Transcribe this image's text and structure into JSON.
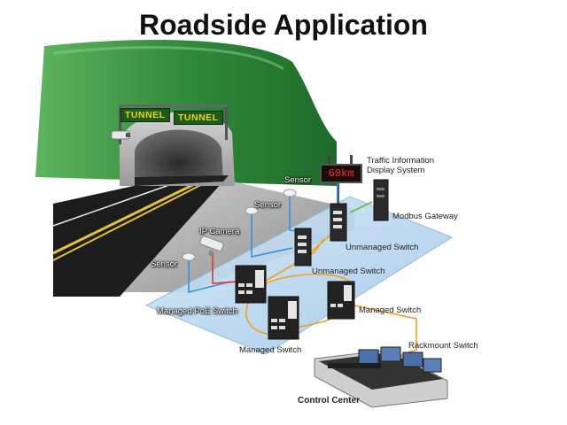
{
  "title": "Roadside Application",
  "tunnel_signs": [
    "TUNNEL",
    "TUNNEL"
  ],
  "speed_display": "60km",
  "labels": {
    "traffic_info_line1": "Traffic Information",
    "traffic_info_line2": "Display System",
    "sensor_top": "Sensor",
    "sensor_mid": "Sensor",
    "sensor_left": "Sensor",
    "ip_camera": "IP Camera",
    "modbus_gateway": "Modbus Gateway",
    "unmanaged_switch_1": "Unmanaged Switch",
    "unmanaged_switch_2": "Unmanaged Switch",
    "managed_poe_switch": "Managed PoE Switch",
    "managed_switch_right": "Managed Switch",
    "managed_switch_bottom": "Managed Switch",
    "rackmount_switch": "Rackmount Switch",
    "control_center": "Control Center"
  },
  "colors": {
    "tunnel_green": "#2f8a3a",
    "road": "#1c1c1c",
    "lane_line": "#e0c23a",
    "blue_plane": "#bcd9f0",
    "link_blue": "#3a8fd6",
    "link_red": "#e0352b",
    "link_orange": "#f0a020",
    "link_green": "#5bbf3a"
  }
}
